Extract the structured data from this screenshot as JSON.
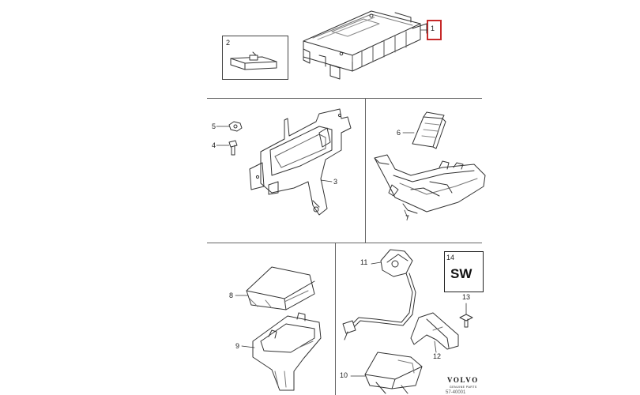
{
  "callouts": {
    "c1": "1",
    "c2": "2",
    "c3": "3",
    "c4": "4",
    "c5": "5",
    "c6": "6",
    "c7": "7",
    "c8": "8",
    "c9": "9",
    "c10": "10",
    "c11": "11",
    "c12": "12",
    "c13": "13",
    "c14": "14"
  },
  "software_badge": "SW",
  "brand": {
    "name": "VOLVO",
    "sub": "GENUINE PARTS"
  },
  "reference": "57-40001",
  "colors": {
    "highlight": "#c62828",
    "line": "#333333"
  },
  "highlighted_part": "1"
}
